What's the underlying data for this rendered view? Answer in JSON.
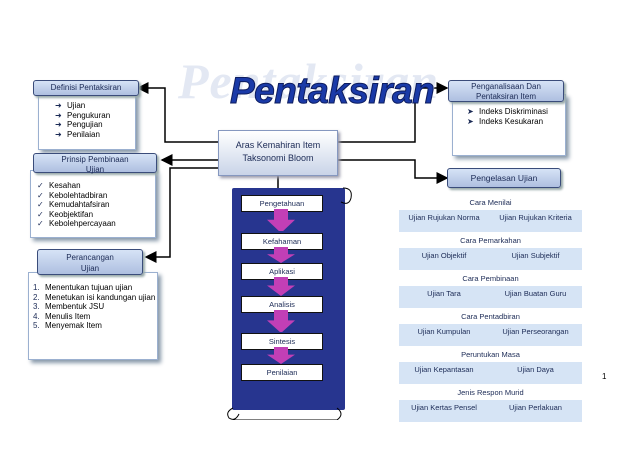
{
  "title": "Pentaksiran",
  "title_shadow": "Pentaksiran",
  "center": {
    "line1": "Aras Kemahiran Item",
    "line2": "Taksonomi Bloom"
  },
  "bloom_steps": [
    "Pengetahuan",
    "Kefahaman",
    "Aplikasi",
    "Analisis",
    "Sintesis",
    "Penilaian"
  ],
  "definisi": {
    "header": "Definisi Pentaksiran",
    "items": [
      "Ujian",
      "Pengukuran",
      "Pengujian",
      "Penilaian"
    ]
  },
  "prinsip": {
    "header_line1": "Prinsip Pembinaan",
    "header_line2": "Ujian",
    "items": [
      "Kesahan",
      "Kebolehtadbiran",
      "Kemudahtafsiran",
      "Keobjektifan",
      "Kebolehpercayaan"
    ]
  },
  "perancangan": {
    "header_line1": "Perancangan",
    "header_line2": "Ujian",
    "items": [
      "Menentukan tujuan ujian",
      "Menetukan isi kandungan ujian",
      "Membentuk JSU",
      "Menulis Item",
      "Menyemak Item"
    ]
  },
  "penganalisaan": {
    "header_line1": "Penganalisaan Dan",
    "header_line2": "Pentaksiran Item",
    "items": [
      "Indeks Diskriminasi",
      "Indeks Kesukaran"
    ]
  },
  "pengelasan": {
    "header": "Pengelasan Ujian",
    "rows": [
      {
        "kind": "head",
        "text": "Cara Menilai"
      },
      {
        "kind": "pair",
        "left": "Ujian Rujukan Norma",
        "right": "Ujian Rujukan Kriteria"
      },
      {
        "kind": "head",
        "text": "Cara Pemarkahan"
      },
      {
        "kind": "pair",
        "left": "Ujian Objektif",
        "right": "Ujian Subjektif"
      },
      {
        "kind": "head",
        "text": "Cara Pembinaan"
      },
      {
        "kind": "pair",
        "left": "Ujian Tara",
        "right": "Ujian Buatan Guru"
      },
      {
        "kind": "head",
        "text": "Cara Pentadbiran"
      },
      {
        "kind": "pair",
        "left": "Ujian Kumpulan",
        "right": "Ujian Perseorangan"
      },
      {
        "kind": "head",
        "text": "Peruntukan Masa"
      },
      {
        "kind": "pair",
        "left": "Ujian Kepantasan",
        "right": "Ujian Daya"
      },
      {
        "kind": "head",
        "text": "Jenis Respon Murid"
      },
      {
        "kind": "pair",
        "left": "Ujian Kertas Pensel",
        "right": "Ujian Perlakuan"
      }
    ]
  },
  "page_number": "1",
  "colors": {
    "title": "#1a3aa8",
    "scroll": "#27358f",
    "arrow": "#c23fb6",
    "header_bg": "#c2d2ee"
  }
}
